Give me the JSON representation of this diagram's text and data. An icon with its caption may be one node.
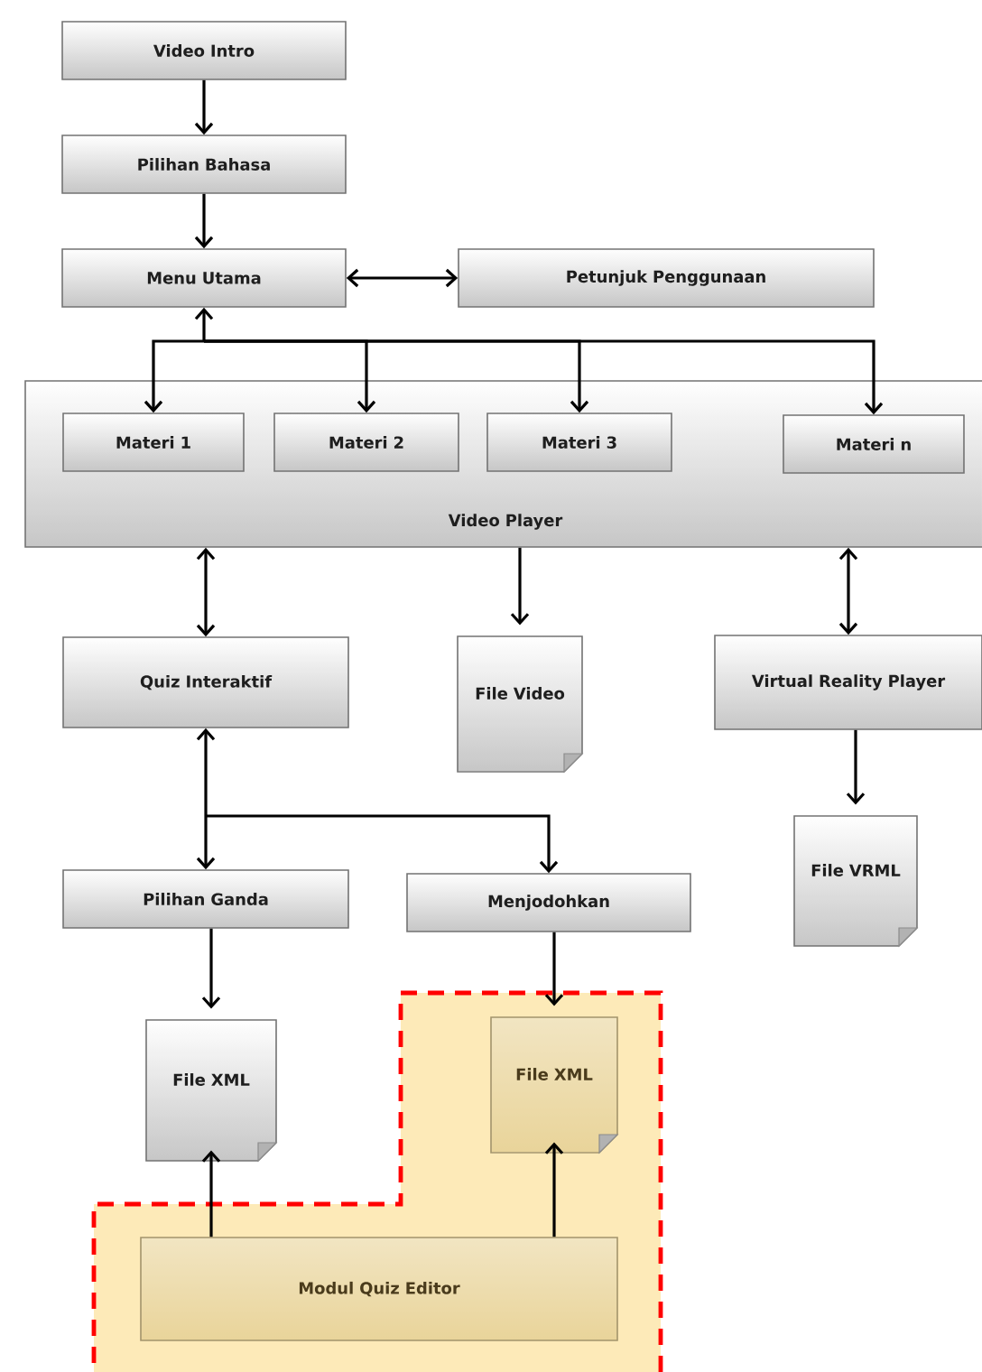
{
  "diagram": {
    "nodes": [
      {
        "text": [
          "Video Intro"
        ]
      },
      {
        "text": [
          "Pilihan Bahasa"
        ]
      },
      {
        "text": [
          "Menu Utama"
        ]
      },
      {
        "text": [
          "Petunjuk Penggunaan"
        ]
      },
      {
        "text": [
          "Video Player"
        ]
      },
      {
        "text": [
          "Materi 1"
        ],
        "in": 4
      },
      {
        "text": [
          "Materi 2"
        ],
        "in": 4
      },
      {
        "text": [
          "Materi 3"
        ],
        "in": 4
      },
      {
        "text": [
          "Materi n"
        ],
        "in": 4
      },
      {
        "text": [
          "Quiz Interaktif"
        ]
      },
      {
        "text": [
          "File Video"
        ]
      },
      {
        "text": [
          "Virtual Reality Player"
        ]
      },
      {
        "text": [
          "File VRML"
        ]
      },
      {
        "text": [
          "Pilihan Ganda"
        ]
      },
      {
        "text": [
          "Menjodohkan"
        ]
      },
      {
        "text": [
          "File XML"
        ]
      },
      {
        "text": [],
        "shape": "box"
      },
      {
        "text": [
          "File XML"
        ],
        "in": 16
      },
      {
        "text": [
          "Modul Quiz Editor"
        ],
        "in": 16
      }
    ],
    "edges": [
      {
        "from": 0,
        "to": 1,
        "arrow": "to"
      },
      {
        "from": 1,
        "to": 2,
        "arrow": "to"
      },
      {
        "from": 2,
        "to": 3,
        "arrow": "both"
      },
      {
        "from": 2,
        "to": 5,
        "arrow": "both"
      },
      {
        "from": 2,
        "to": 6,
        "arrow": "both"
      },
      {
        "from": 2,
        "to": 7,
        "arrow": "both"
      },
      {
        "from": 2,
        "to": 8,
        "arrow": "both"
      },
      {
        "from": 4,
        "to": 9,
        "arrow": "both"
      },
      {
        "from": 4,
        "to": 10,
        "arrow": "to"
      },
      {
        "from": 4,
        "to": 11,
        "arrow": "both"
      },
      {
        "from": 11,
        "to": 12,
        "arrow": "to"
      },
      {
        "from": 9,
        "to": 13,
        "arrow": "both"
      },
      {
        "from": 9,
        "to": 14,
        "arrow": "both"
      },
      {
        "from": 13,
        "to": 15,
        "arrow": "to"
      },
      {
        "from": 14,
        "to": 17,
        "arrow": "to"
      },
      {
        "from": 18,
        "to": 15,
        "arrow": "to"
      },
      {
        "from": 18,
        "to": 17,
        "arrow": "to"
      }
    ]
  }
}
